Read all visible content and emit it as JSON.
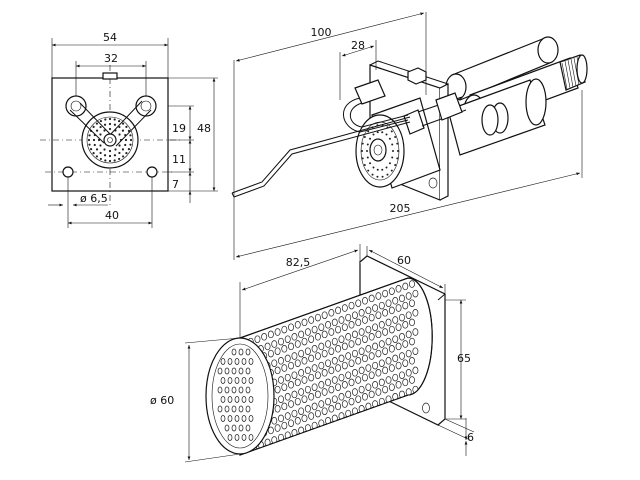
{
  "front_view": {
    "dim_width": "54",
    "dim_hole_spacing": "32",
    "dim_height": "48",
    "dim_upper": "19",
    "dim_mid": "11",
    "dim_lower": "7",
    "dim_hole_dia": "ø 6,5",
    "dim_base_spacing": "40"
  },
  "side_view": {
    "dim_length_100": "100",
    "dim_length_28": "28",
    "dim_length_205": "205"
  },
  "tube_view": {
    "dim_length": "82,5",
    "dim_flange_width": "60",
    "dim_flange_height": "65",
    "dim_flange_thickness": "6",
    "dim_diameter": "ø 60"
  }
}
